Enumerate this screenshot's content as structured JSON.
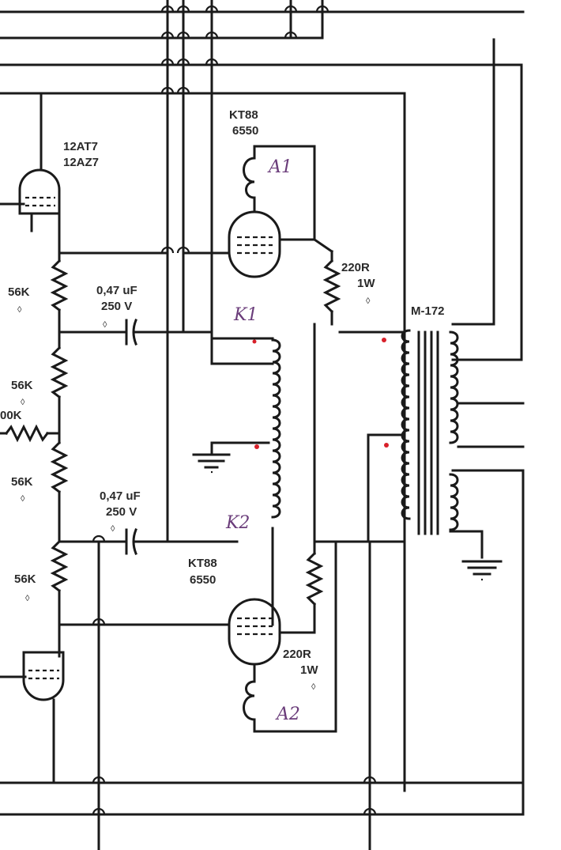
{
  "labels": {
    "v_driver_top": "12AT7\n12AZ7",
    "v_out_top": "KT88\n6550",
    "v_out_bottom": "KT88\n6550",
    "r_top_1": "56K",
    "r_top_2": "56K",
    "r_mid_left": "00K",
    "r_bottom_1": "56K",
    "r_bottom_2": "56K",
    "c_top": "0,47 uF\n250 V",
    "c_bottom": "0,47 uF\n250 V",
    "r_grid_top": "220R\n1W",
    "r_grid_bottom": "220R\n1W",
    "transformer": "M-172"
  },
  "handwritten": {
    "a1": "A1",
    "k1": "K1",
    "k2": "K2",
    "a2": "A2"
  },
  "colors": {
    "ink": "#1a1a1a",
    "handwriting": "#6a3c7a",
    "phase_dot": "#d8202a"
  }
}
